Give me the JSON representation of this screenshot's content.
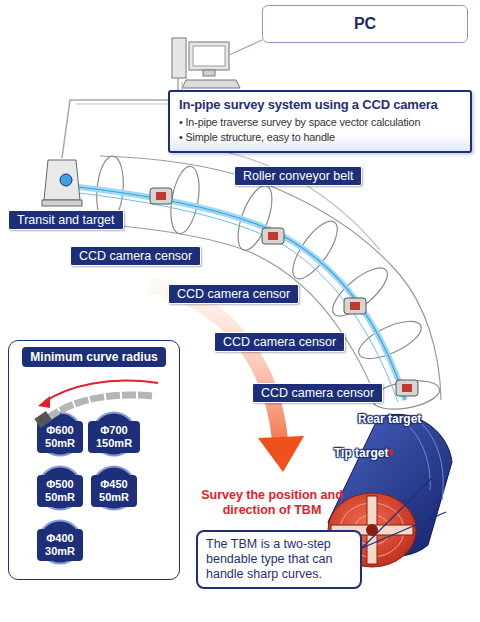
{
  "diagram": {
    "nodes": [
      {
        "text": [
          "PC"
        ]
      },
      {
        "text": [
          "In-pipe survey system using a CCD camera",
          "• In-pipe traverse survey by space vector calculation",
          "• Simple structure, easy to handle"
        ]
      },
      {
        "text": [
          "Roller conveyor belt"
        ]
      },
      {
        "text": [
          "Transit and target"
        ]
      },
      {
        "text": [
          "CCD camera censor"
        ]
      },
      {
        "text": [
          "CCD camera censor"
        ]
      },
      {
        "text": [
          "CCD camera censor"
        ]
      },
      {
        "text": [
          "CCD camera censor"
        ]
      },
      {
        "text": [
          "Minimum curve radius"
        ]
      },
      {
        "text": [
          "Φ600 50mR"
        ],
        "in": 8
      },
      {
        "text": [
          "Φ700 150mR"
        ],
        "in": 8
      },
      {
        "text": [
          "Φ500 50mR"
        ],
        "in": 8
      },
      {
        "text": [
          "Φ450 50mR"
        ],
        "in": 8
      },
      {
        "text": [
          "Φ400 30mR"
        ],
        "in": 8
      },
      {
        "text": [
          "The TBM is a two-step bendable type that can handle sharp curves."
        ]
      }
    ],
    "labels": [
      "Rear target",
      "Tip target",
      "Survey the position and direction of TBM"
    ]
  }
}
